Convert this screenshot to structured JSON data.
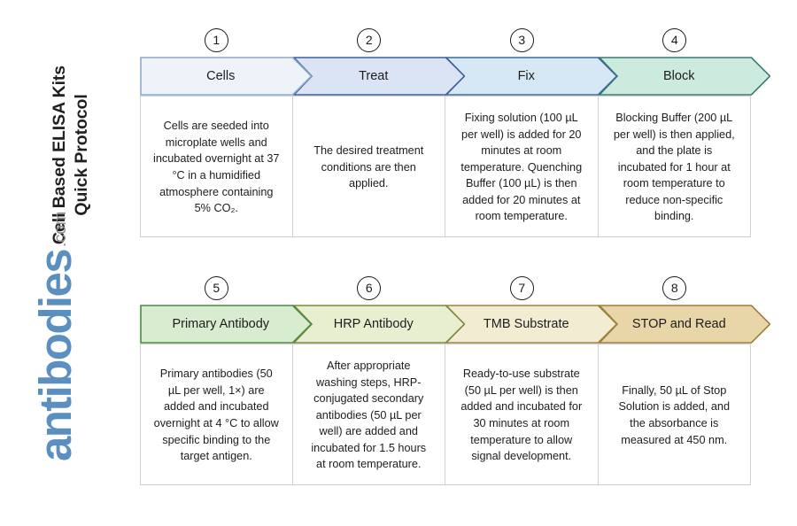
{
  "document": {
    "title": "Cell Based ELISA Kits\nQuick Protocol",
    "brand_name": "antibodies",
    "brand_tld": ".com",
    "brand_color": "#5b8fc0",
    "brand_tld_color": "#8d8d8d"
  },
  "rows": [
    {
      "steps": [
        {
          "number": "1",
          "label": "Cells",
          "text": "Cells are seeded into microplate wells and incubated overnight at 37 °C in a humidified atmosphere containing 5% CO₂.",
          "fill": "#eef3fa",
          "stroke": "#8fa9c8"
        },
        {
          "number": "2",
          "label": "Treat",
          "text": "The desired treatment conditions are then applied.",
          "fill": "#dbe4f5",
          "stroke": "#3c5f9e"
        },
        {
          "number": "3",
          "label": "Fix",
          "text": "Fixing solution (100 µL per well) is added for 20 minutes at room temperature. Quenching Buffer (100 µL) is then added for 20 minutes at room temperature.",
          "fill": "#d6e7f5",
          "stroke": "#3d6b95"
        },
        {
          "number": "4",
          "label": "Block",
          "text": "Blocking Buffer (200 µL per well) is then applied, and the plate is incubated for 1 hour at room temperature to reduce non-specific binding.",
          "fill": "#cdeade",
          "stroke": "#3d7a72"
        }
      ]
    },
    {
      "steps": [
        {
          "number": "5",
          "label": "Primary Antibody",
          "text": "Primary antibodies (50 µL per well, 1×) are added and incubated overnight at 4 °C to allow specific binding to the target antigen.",
          "fill": "#d8ecd0",
          "stroke": "#4c8a42"
        },
        {
          "number": "6",
          "label": "HRP Antibody",
          "text": "After appropriate washing steps, HRP-conjugated secondary antibodies (50 µL per well) are added and incubated for 1.5 hours at room temperature.",
          "fill": "#e8efd0",
          "stroke": "#7c8a3a"
        },
        {
          "number": "7",
          "label": "TMB Substrate",
          "text": "Ready-to-use substrate (50 µL per well) is then added and incubated for 30 minutes at room temperature to allow signal development.",
          "fill": "#f2ecd2",
          "stroke": "#9a8340"
        },
        {
          "number": "8",
          "label": "STOP and Read",
          "text": "Finally, 50 µL of Stop Solution is added, and the absorbance is measured at 450 nm.",
          "fill": "#e8d5a8",
          "stroke": "#9a7f3c"
        }
      ]
    }
  ]
}
